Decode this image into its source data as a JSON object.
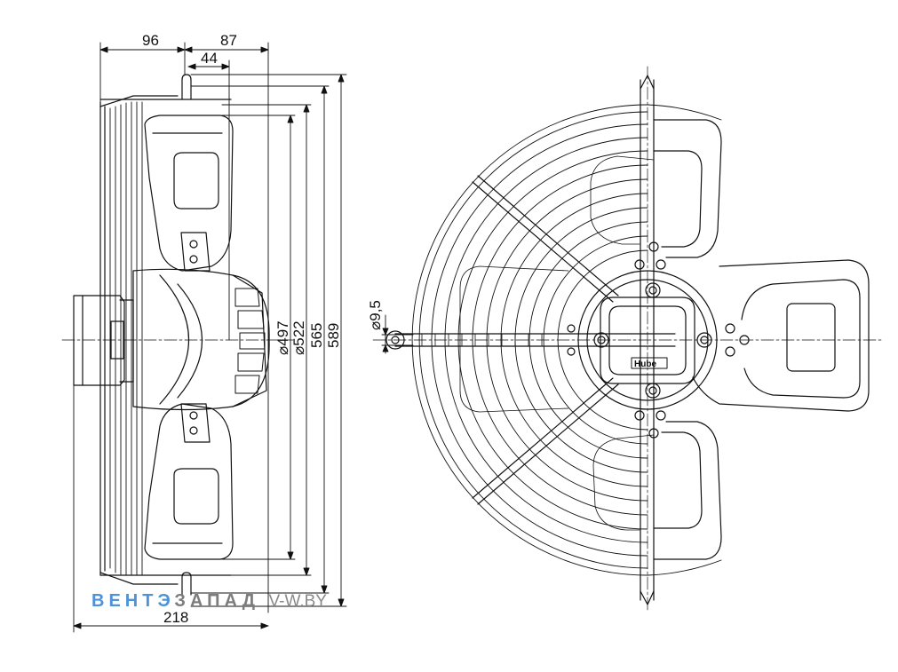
{
  "dimensions": {
    "top_left": "96",
    "top_right": "87",
    "top_inner": "44",
    "bottom": "218",
    "d497": "⌀497",
    "d522": "⌀522",
    "d565": "565",
    "d589": "589",
    "hole": "⌀9,5"
  },
  "logo": {
    "text": "Hube"
  },
  "watermark": {
    "part1": "ВЕНТЭ",
    "part2": "ЗАПАД",
    "part3": "V-W.BY"
  },
  "colors": {
    "line": "#111111",
    "accent": "#4f93d6"
  }
}
